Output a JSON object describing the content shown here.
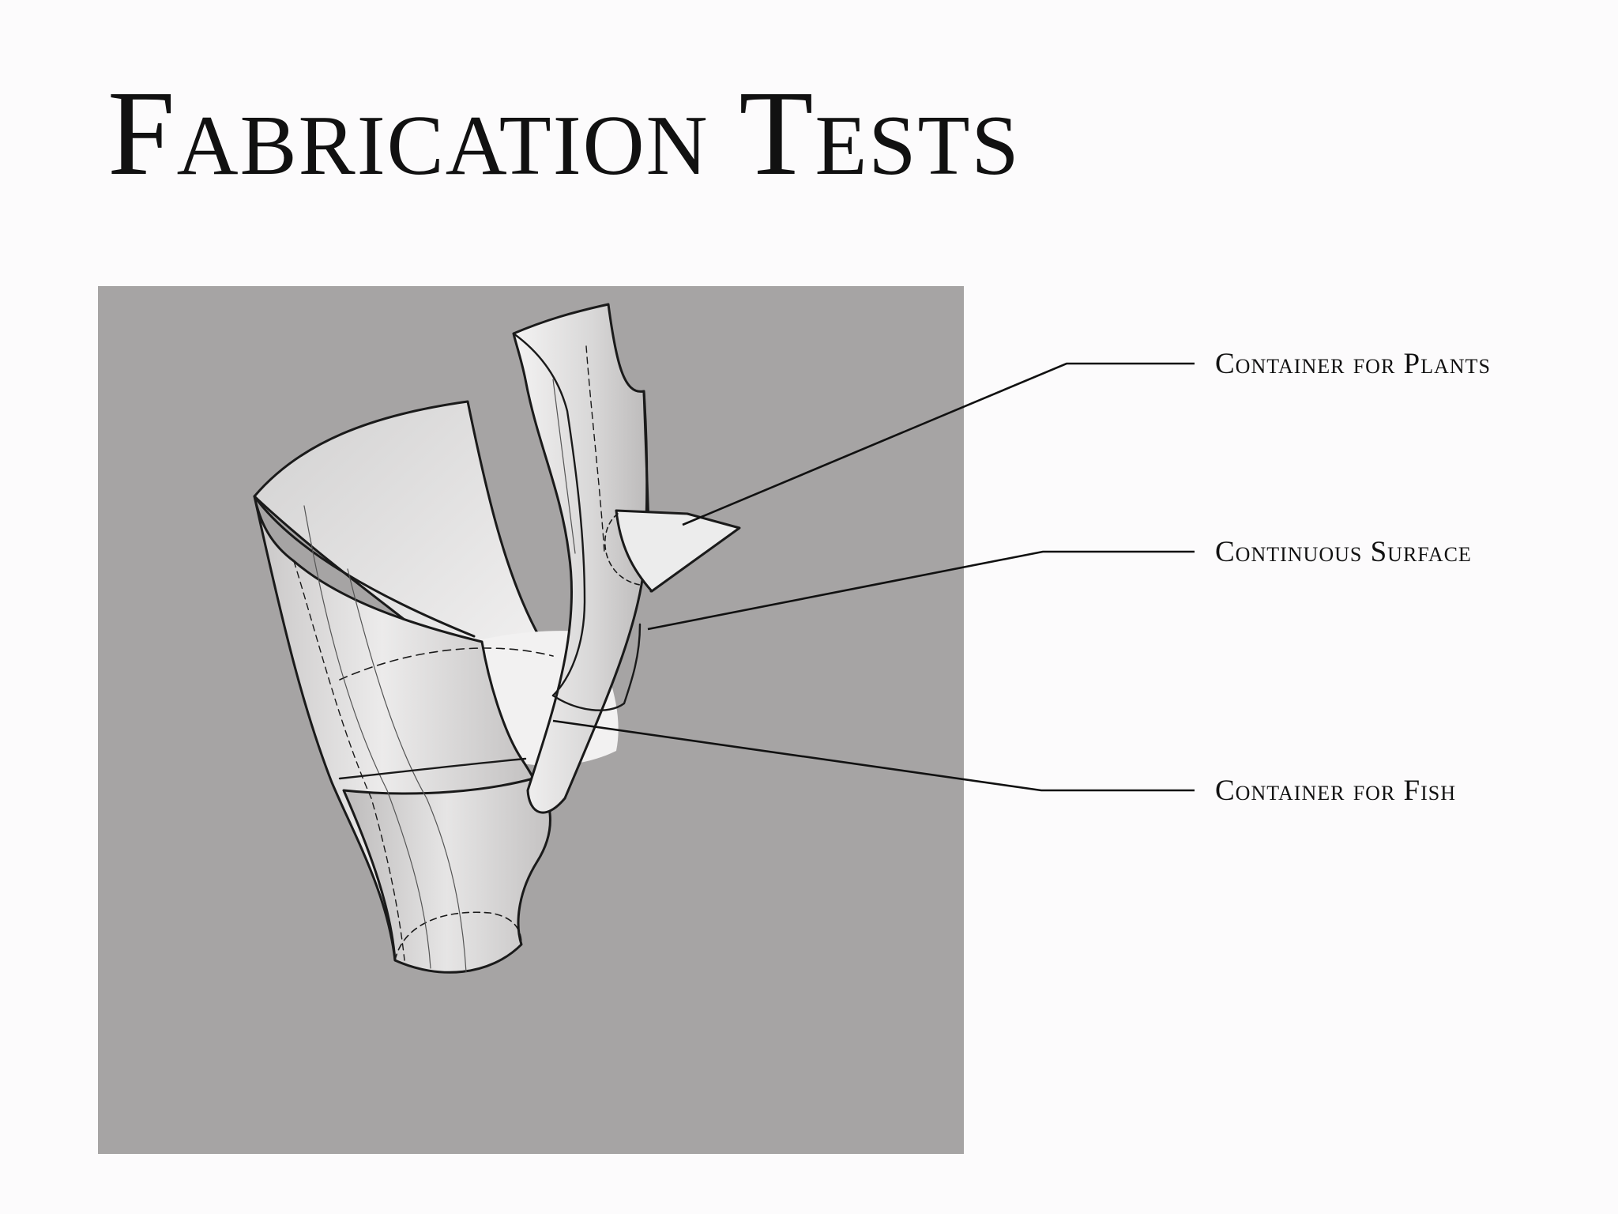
{
  "title": "Fabrication Tests",
  "callouts": [
    {
      "label": "Container for Plants"
    },
    {
      "label": "Continuous Surface"
    },
    {
      "label": "Container for Fish"
    }
  ],
  "colors": {
    "background": "#fcfbfc",
    "panel": "#a6a4a4",
    "ink": "#111111"
  }
}
